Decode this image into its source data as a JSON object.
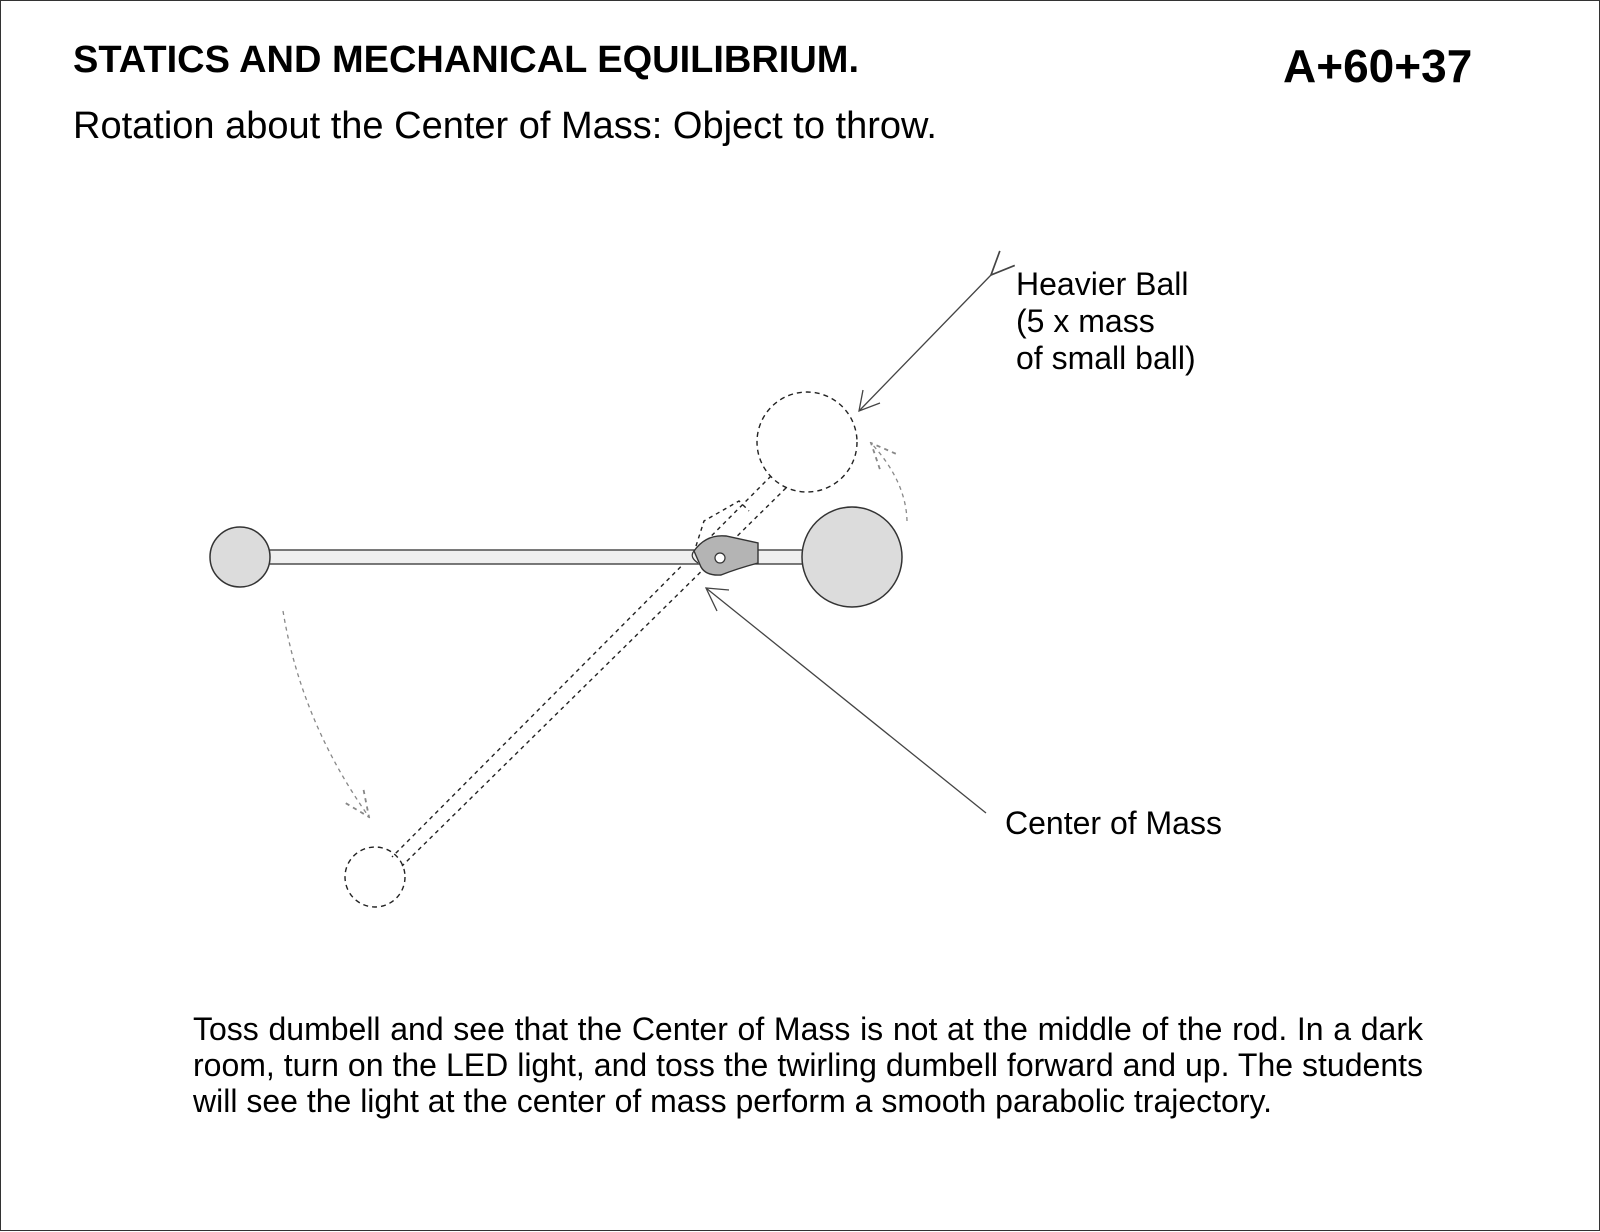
{
  "header": {
    "title": "STATICS AND MECHANICAL EQUILIBRIUM.",
    "code": "A+60+37",
    "subtitle": "Rotation about the Center of Mass:  Object to throw."
  },
  "diagram": {
    "labels": {
      "heavier_ball": [
        "Heavier Ball",
        "(5 x mass",
        "of small ball)"
      ],
      "center_of_mass": "Center of Mass"
    },
    "colors": {
      "ball_fill": "#dcdcdc",
      "rod_fill": "#efefef",
      "led_holder_fill": "#b4b4b4",
      "stroke": "#333333",
      "rotation_arrow": "#888888"
    },
    "elements": [
      "small-ball",
      "rod",
      "heavy-ball",
      "led-holder",
      "ghost-rotated-dumbbell",
      "rotation-arrow-small-ball",
      "rotation-arrow-heavy-ball",
      "pointer-arrow-heavier-ball",
      "pointer-arrow-center-of-mass"
    ]
  },
  "description": "Toss dumbell and see that the Center of Mass is not at the middle of the rod. In a dark room, turn on the LED light, and toss the twirling dumbell forward and up. The students will see the light at the center of mass perform a smooth parabolic trajectory."
}
